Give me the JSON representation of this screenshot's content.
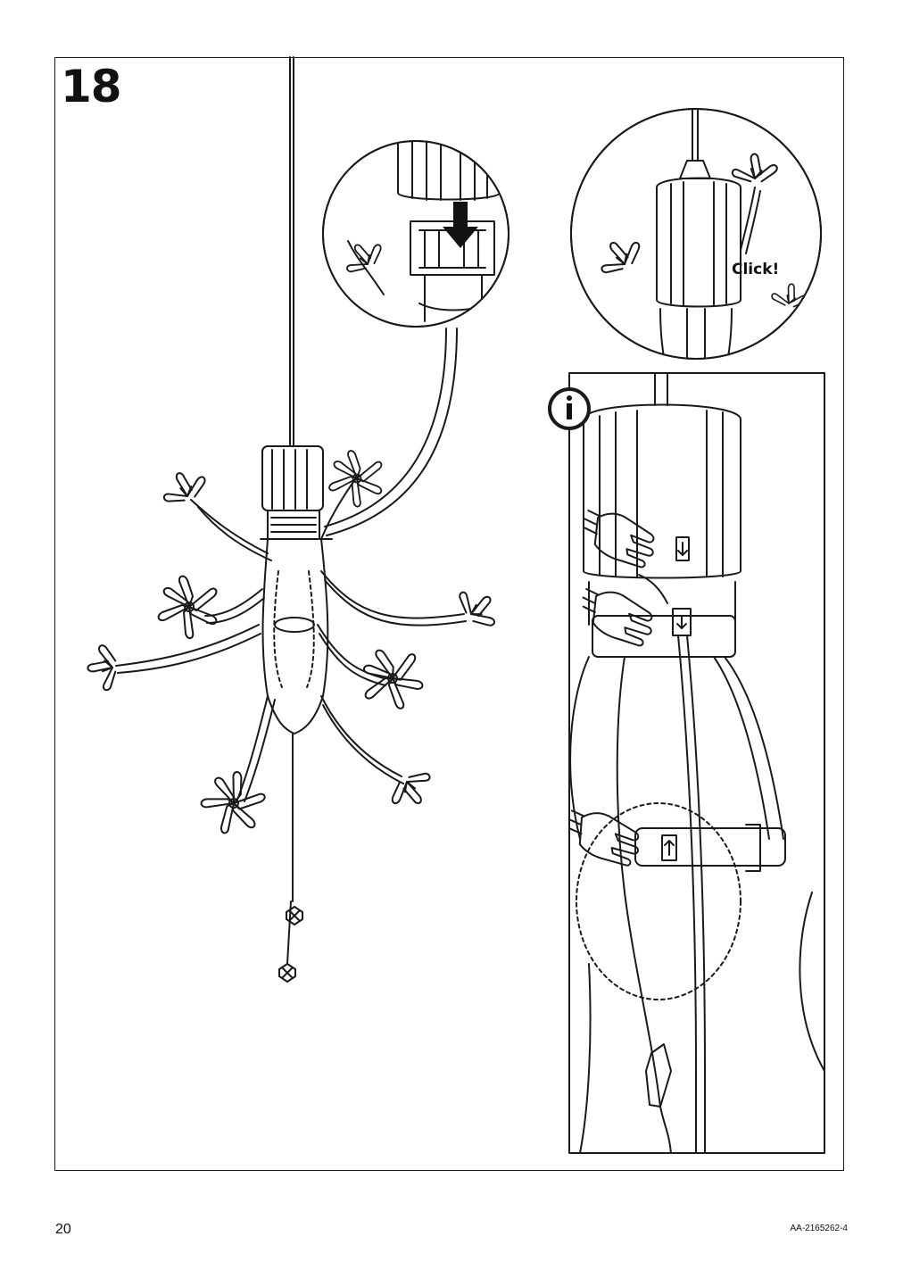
{
  "step": {
    "number": "18"
  },
  "detail": {
    "click_text": "Click!"
  },
  "info": {
    "icon": "info-icon"
  },
  "footer": {
    "page_number": "20",
    "doc_code": "AA-2165262-4"
  }
}
